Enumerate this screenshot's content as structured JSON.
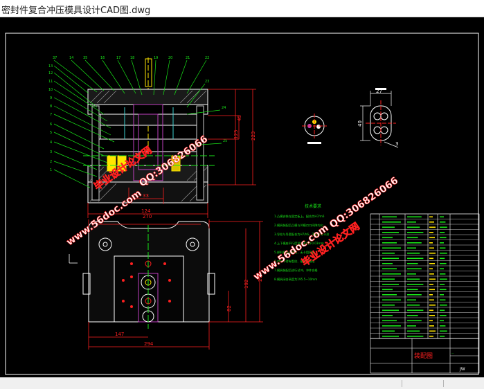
{
  "window": {
    "title": "密封件复合冲压模具设计CAD图.dwg"
  },
  "drawing": {
    "dimensions": {
      "d45": "45",
      "d123": "123",
      "d223": "223",
      "d33": "33",
      "d124": "124",
      "d270": "270",
      "d234": "234",
      "d192": "192",
      "d82": "82",
      "d147": "147",
      "d294": "294",
      "d27": "27",
      "d40": "40",
      "d3": "3"
    },
    "balloons_top": [
      "37",
      "14",
      "35",
      "16",
      "17",
      "18",
      "19",
      "20",
      "21",
      "22"
    ],
    "balloons_left": [
      "13",
      "12",
      "11",
      "10",
      "9",
      "8",
      "7",
      "6",
      "5",
      "4",
      "3",
      "2",
      "1"
    ],
    "balloons_right": [
      "23",
      "24",
      "25"
    ],
    "requirements_title": "技术要求",
    "requirements": [
      "1.凸模安装在固定板上，配合为H7/m6",
      "2.模具装配后凸模与凹模刃口间隙均匀",
      "3.导柱与导套配合为H7/h6，不允许有卡滞",
      "4.上下模座平行度误差不大于0.03mm",
      "5.卸料板运动灵活，无卡阻现象",
      "6.刃口不得有裂纹、崩刃等缺陷",
      "7.模具装配后进行试冲，冲件合格",
      "8.模具闭合高度为195.5~10mm"
    ],
    "title_block": {
      "name": "装配图",
      "drawing_no": "JW"
    },
    "watermarks": [
      "www.56doc.com",
      "毕业设计论文网",
      "QQ:306826066"
    ]
  },
  "colors": {
    "canvas": "#000000",
    "outline": "#ffffff",
    "dimension": "#ff2020",
    "green": "#19e619",
    "yellow": "#ffe600",
    "magenta": "#c040c0",
    "cyan": "#3cd0d0"
  }
}
